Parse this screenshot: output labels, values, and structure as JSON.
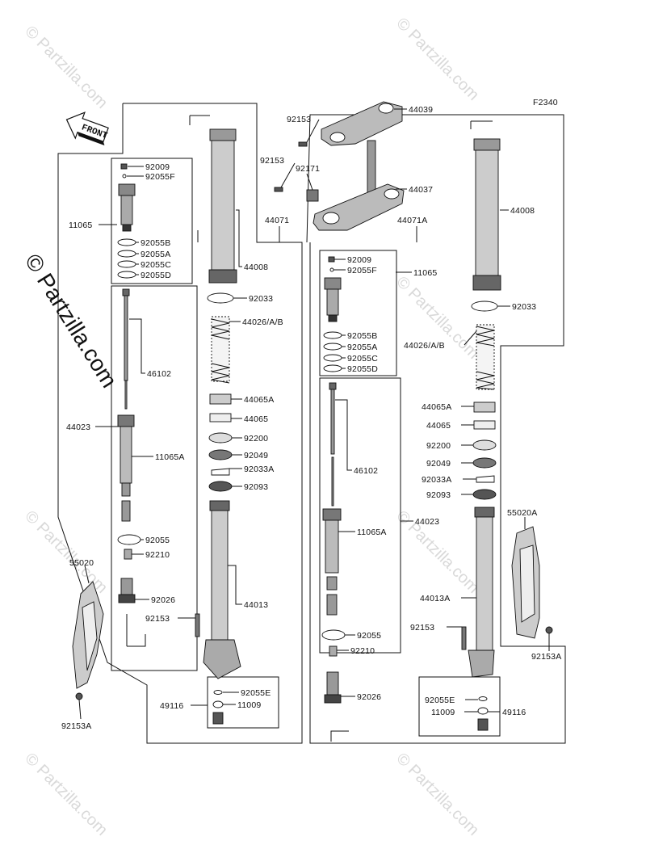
{
  "diagram": {
    "figure_code": "F2340",
    "front_label": "FRONT",
    "watermark": "© Partzilla.com",
    "left_assembly": {
      "outer_label": "44071",
      "labels": {
        "p92009": "92009",
        "p92055F": "92055F",
        "p11065": "11065",
        "p92055B": "92055B",
        "p92055A": "92055A",
        "p92055C": "92055C",
        "p92055D": "92055D",
        "p46102": "46102",
        "p44023": "44023",
        "p11065A": "11065A",
        "p92055": "92055",
        "p92210": "92210",
        "p55020": "55020",
        "p92026": "92026",
        "p92153": "92153",
        "p92153A": "92153A",
        "p44008": "44008",
        "p92033": "92033",
        "p44026": "44026/A/B",
        "p44065A": "44065A",
        "p44065": "44065",
        "p92200": "92200",
        "p92049": "92049",
        "p92033A": "92033A",
        "p92093": "92093",
        "p44013": "44013",
        "p92055E": "92055E",
        "p49116": "49116",
        "p11009": "11009"
      }
    },
    "center_clamps": {
      "labels": {
        "p92153_top": "92153",
        "p44039": "44039",
        "p92153_mid": "92153",
        "p92171": "92171",
        "p44037": "44037"
      }
    },
    "right_assembly": {
      "outer_label": "44071A",
      "labels": {
        "p92009": "92009",
        "p92055F": "92055F",
        "p11065": "11065",
        "p92055B": "92055B",
        "p92055A": "92055A",
        "p92055C": "92055C",
        "p92055D": "92055D",
        "p44008": "44008",
        "p92033": "92033",
        "p44026": "44026/A/B",
        "p44065A": "44065A",
        "p44065": "44065",
        "p92200": "92200",
        "p92049": "92049",
        "p92033A": "92033A",
        "p92093": "92093",
        "p46102": "46102",
        "p44023": "44023",
        "p11065A": "11065A",
        "p55020A": "55020A",
        "p44013A": "44013A",
        "p92055": "92055",
        "p92153": "92153",
        "p92153A": "92153A",
        "p92210": "92210",
        "p92026": "92026",
        "p92055E": "92055E",
        "p11009": "11009",
        "p49116": "49116"
      }
    }
  }
}
